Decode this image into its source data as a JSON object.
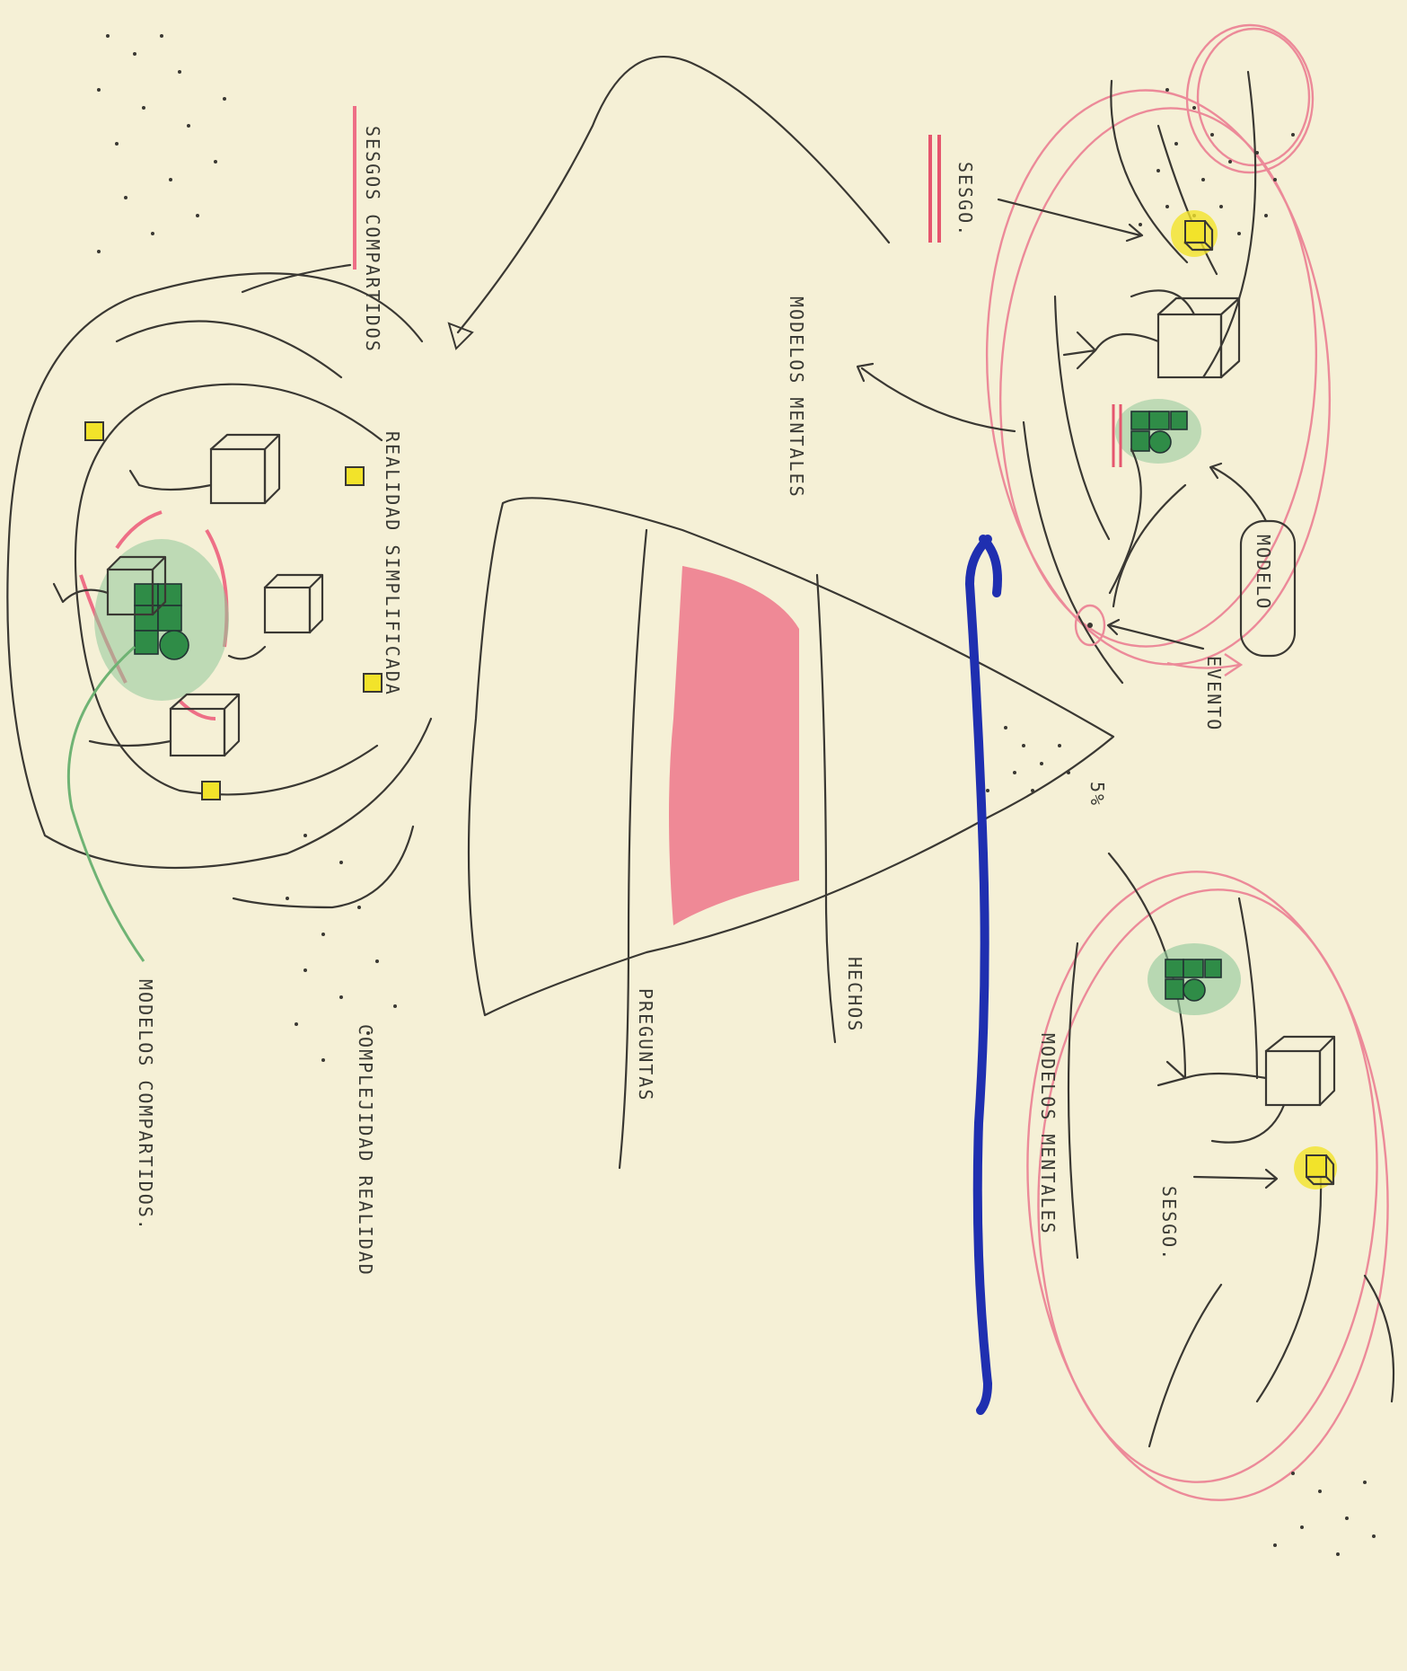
{
  "labels": {
    "sesgo_top": "SESGO.",
    "modelos_mentales_mid": "MODELOS MENTALES",
    "modelo": "MODELO",
    "evento": "EVENTO",
    "percent": "5%",
    "hechos": "HECHOS",
    "preguntas": "PREGUNTAS",
    "modelos_mentales_bottom": "MODELOS MENTALES",
    "sesgo_bottom": "SESGO.",
    "sesgos_compartidos": "SESGOS COMPARTIDOS",
    "realidad_simplificada": "REALIDAD SIMPLIFICADA",
    "complejidad_realidad": "COMPLEJIDAD REALIDAD",
    "modelos_compartidos": "MODELOS COMPARTIDOS."
  },
  "colors": {
    "paper": "#f5f0d6",
    "ink": "#3a3833",
    "pink": "#ec8a99",
    "red_fill": "#ee6f86",
    "green": "#2f8c47",
    "yellow": "#f2e32a",
    "blue": "#1f2fb0"
  }
}
